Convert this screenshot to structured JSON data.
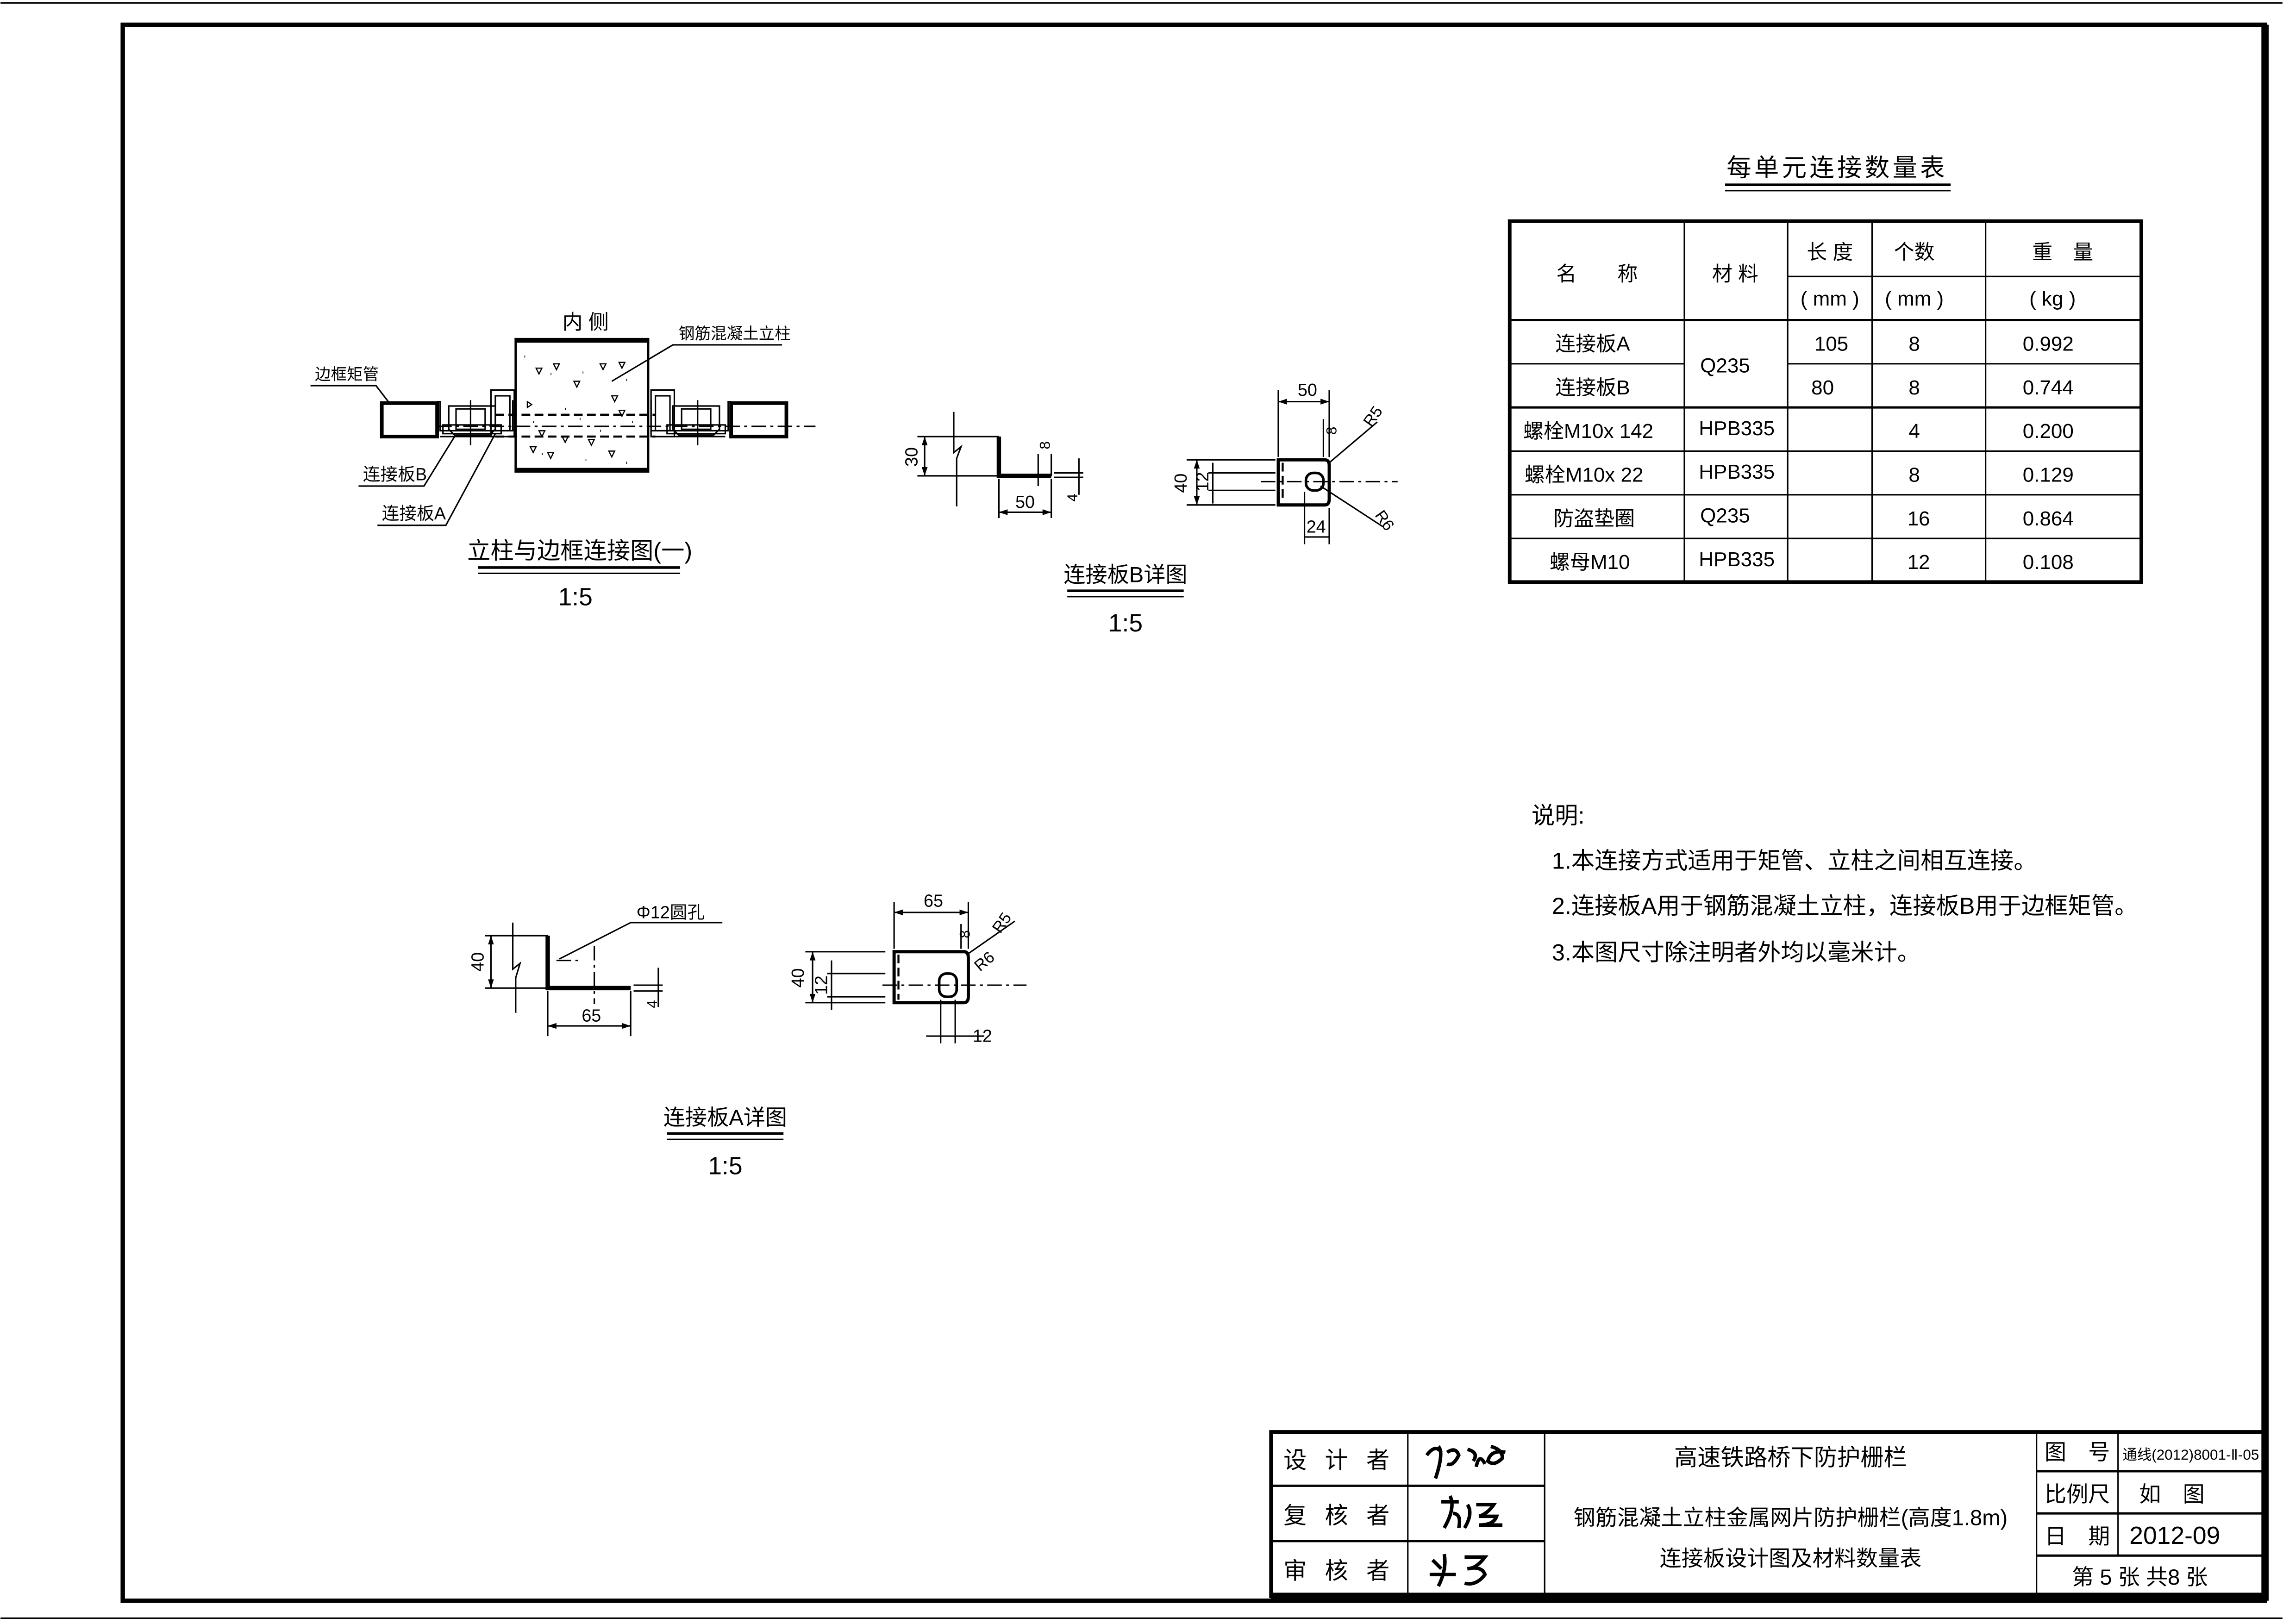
{
  "main_view": {
    "inner_side": "内 侧",
    "column_label": "钢筋混凝土立柱",
    "frame_tube_label": "边框矩管",
    "plate_b_label": "连接板B",
    "plate_a_label": "连接板A",
    "title": "立柱与边框连接图(一)",
    "scale": "1:5"
  },
  "plate_b_detail": {
    "dims": {
      "height": "30",
      "offset": "8",
      "length": "50",
      "thickness": "4",
      "width": "50",
      "edge": "8",
      "r_outer": "R5",
      "depth": "40",
      "slot": "12",
      "r_slot": "R6",
      "slot_len": "24"
    },
    "title": "连接板B详图",
    "scale": "1:5"
  },
  "plate_a_detail": {
    "hole_label": "Φ12圆孔",
    "dims": {
      "height": "40",
      "length": "65",
      "thickness": "4",
      "width": "65",
      "edge": "8",
      "r_outer": "R5",
      "r_slot": "R6",
      "depth": "40",
      "slot": "12",
      "slot_len": "12"
    },
    "title": "连接板A详图",
    "scale": "1:5"
  },
  "quantity_table": {
    "title": "每单元连接数量表",
    "headers": {
      "name": "名　　称",
      "material": "材 料",
      "length": "长 度",
      "count": "个数",
      "weight": "重　量",
      "length_unit": "( mm )",
      "count_unit": "( mm )",
      "weight_unit": "( kg )"
    },
    "rows": [
      {
        "name": "连接板A",
        "material": "Q235",
        "length": "105",
        "count": "8",
        "weight": "0.992"
      },
      {
        "name": "连接板B",
        "material": "",
        "length": "80",
        "count": "8",
        "weight": "0.744"
      },
      {
        "name": "螺栓M10x 142",
        "material": "HPB335",
        "length": "",
        "count": "4",
        "weight": "0.200"
      },
      {
        "name": "螺栓M10x 22",
        "material": "HPB335",
        "length": "",
        "count": "8",
        "weight": "0.129"
      },
      {
        "name": "防盗垫圈",
        "material": "Q235",
        "length": "",
        "count": "16",
        "weight": "0.864"
      },
      {
        "name": "螺母M10",
        "material": "HPB335",
        "length": "",
        "count": "12",
        "weight": "0.108"
      }
    ]
  },
  "notes": {
    "heading": "说明:",
    "items": [
      "1.本连接方式适用于矩管、立柱之间相互连接。",
      "2.连接板A用于钢筋混凝土立柱，连接板B用于边框矩管。",
      "3.本图尺寸除注明者外均以毫米计。"
    ]
  },
  "title_block": {
    "designer_label": "设 计 者",
    "reviewer_label": "复 核 者",
    "approver_label": "审 核 者",
    "project": "高速铁路桥下防护栅栏",
    "drawing_title_1": "钢筋混凝土立柱金属网片防护栅栏(高度1.8m)",
    "drawing_title_2": "连接板设计图及材料数量表",
    "drawing_no_label": "图　号",
    "drawing_no": "通线(2012)8001-Ⅱ-05",
    "scale_label": "比例尺",
    "scale": "如　图",
    "date_label": "日　期",
    "date": "2012-09",
    "sheet": "第 5 张 共8 张"
  }
}
